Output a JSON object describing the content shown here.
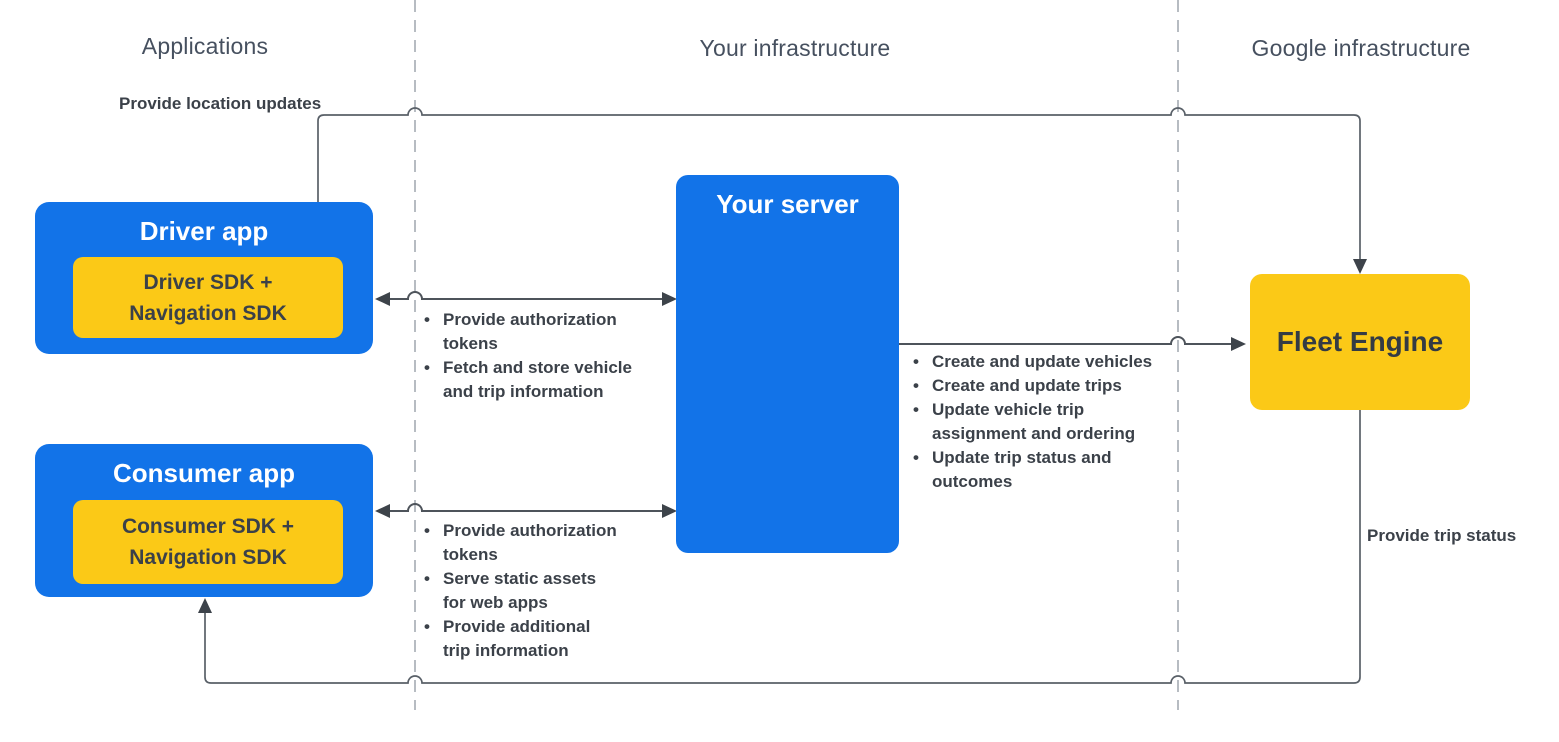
{
  "columns": {
    "applications": "Applications",
    "your_infrastructure": "Your infrastructure",
    "google_infrastructure": "Google infrastructure"
  },
  "nodes": {
    "driver_app": {
      "title": "Driver app",
      "sdk_line1": "Driver SDK +",
      "sdk_line2": "Navigation SDK"
    },
    "consumer_app": {
      "title": "Consumer app",
      "sdk_line1": "Consumer SDK +",
      "sdk_line2": "Navigation SDK"
    },
    "your_server": {
      "title": "Your server"
    },
    "fleet_engine": {
      "title": "Fleet Engine"
    }
  },
  "edge_labels": {
    "provide_location_updates": "Provide location updates",
    "provide_trip_status": "Provide trip status"
  },
  "lists": {
    "driver_server": {
      "items": [
        {
          "lines": [
            "Provide authorization",
            "tokens"
          ]
        },
        {
          "lines": [
            "Fetch and store vehicle",
            "and trip information"
          ]
        }
      ]
    },
    "consumer_server": {
      "items": [
        {
          "lines": [
            "Provide authorization",
            "tokens"
          ]
        },
        {
          "lines": [
            "Serve static assets",
            "for web apps"
          ]
        },
        {
          "lines": [
            "Provide additional",
            "trip information"
          ]
        }
      ]
    },
    "server_fleet": {
      "items": [
        {
          "lines": [
            "Create and update vehicles"
          ]
        },
        {
          "lines": [
            "Create and update trips"
          ]
        },
        {
          "lines": [
            "Update vehicle trip",
            "assignment and ordering"
          ]
        },
        {
          "lines": [
            "Update trip status and",
            "outcomes"
          ]
        }
      ]
    }
  },
  "colors": {
    "blue": "#1273E8",
    "yellow": "#FBC917",
    "line": "#4e545b",
    "arrowhead": "#3d434a",
    "dashed_divider": "#b7bcc2",
    "header_text": "#46505f",
    "label_text": "#3b4149"
  }
}
